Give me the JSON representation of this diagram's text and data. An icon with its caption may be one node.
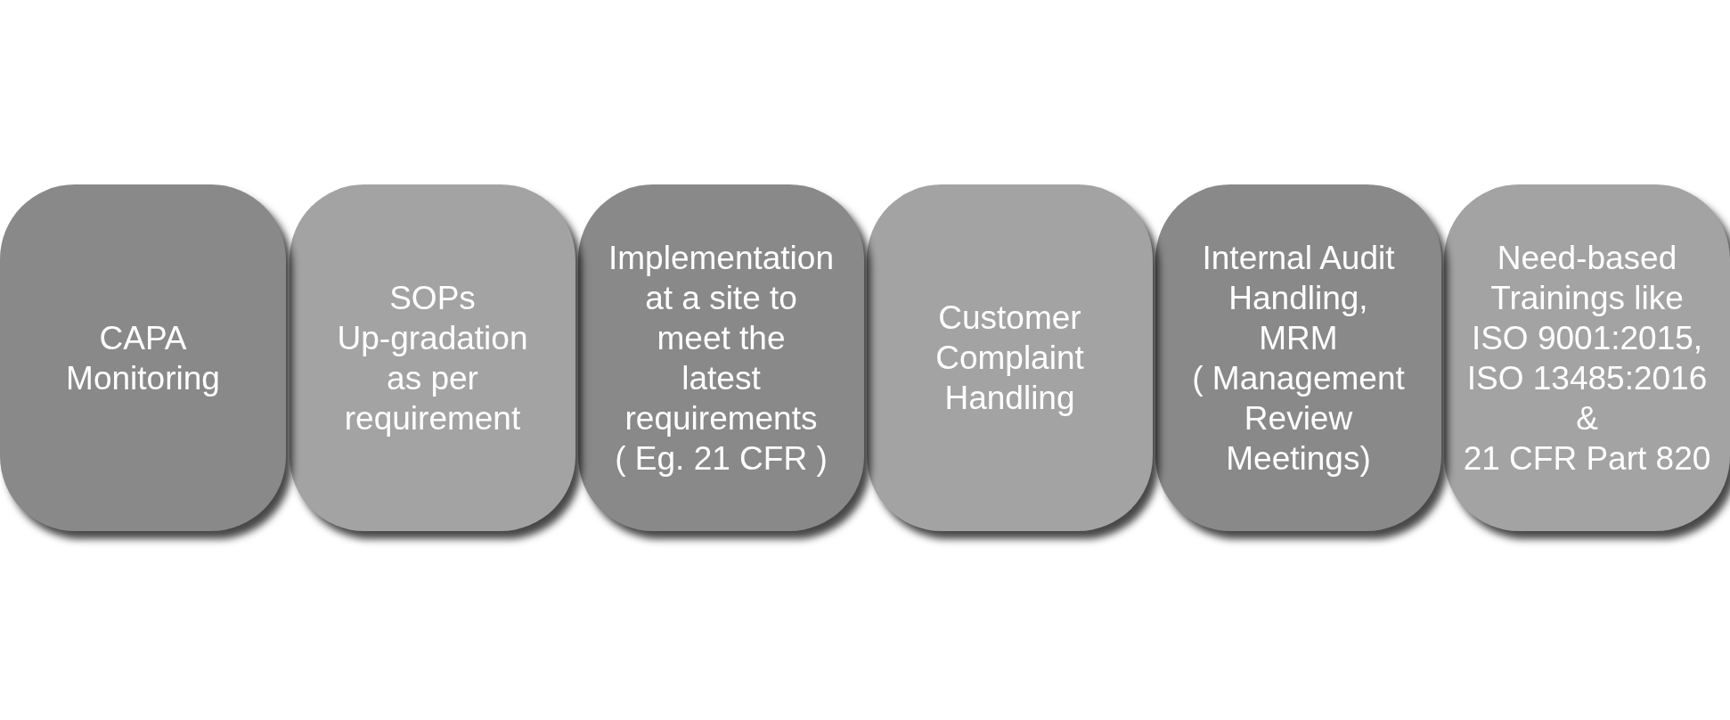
{
  "diagram": {
    "nodes": [
      {
        "text": [
          "CAPA Monitoring"
        ]
      },
      {
        "text": [
          "SOPs Up-gradation as per requirement"
        ]
      },
      {
        "text": [
          "Implementation at a site to meet the latest requirements ( Eg. 21 CFR )"
        ]
      },
      {
        "text": [
          "Customer Complaint Handling"
        ]
      },
      {
        "text": [
          "Internal Audit Handling, MRM ( Management Review Meetings)"
        ]
      },
      {
        "text": [
          "Need-based Trainings like ISO 9001:2015, ISO 13485:2016 & 21 CFR Part 820"
        ]
      }
    ]
  }
}
